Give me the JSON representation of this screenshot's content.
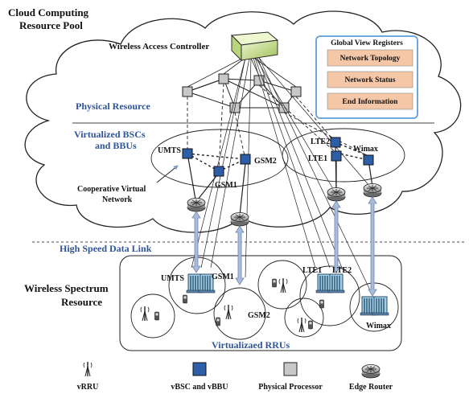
{
  "titles": {
    "pool_line1": "Cloud Computing",
    "pool_line2": "Resource Pool",
    "controller": "Wireless Access Controller",
    "physical_resource": "Physical Resource",
    "virtualized_line1": "Virtualized BSCs",
    "virtualized_line2": "and BBUs",
    "coop_line1": "Cooperative Virtual",
    "coop_line2": "Network",
    "high_speed_link": "High Speed Data Link",
    "spectrum_line1": "Wireless Spectrum",
    "spectrum_line2": "Resource",
    "virtualized_rrus": "Virtualizaed RRUs"
  },
  "registers": {
    "title": "Global View Registers",
    "items": [
      "Network Topology",
      "Network Status",
      "End Information"
    ]
  },
  "vbbu_labels": {
    "umts": "UMTS",
    "gsm2": "GSM2",
    "gsm1": "GSM1",
    "lte2": "LTE2",
    "wimax": "Wimax",
    "lte1": "LTE1"
  },
  "rru_labels": {
    "umts": "UMTS",
    "gsm1": "GSM1",
    "gsm2": "GSM2",
    "lte1": "LTE1",
    "lte2": "LTE2",
    "wimax": "Wimax"
  },
  "legend": {
    "vrru": "vRRU",
    "vbsc": "vBSC and vBBU",
    "physical": "Physical Processor",
    "router": "Edge Router"
  },
  "colors": {
    "blue_text": "#2f5597",
    "vbbu_fill": "#2e5ea8",
    "processor_fill": "#c8c8c8",
    "register_fill": "#f6c7a6",
    "register_border": "#6fa8dc",
    "controller_fill": "#d5e8a8",
    "link_arrow": "#a9bcd9"
  }
}
